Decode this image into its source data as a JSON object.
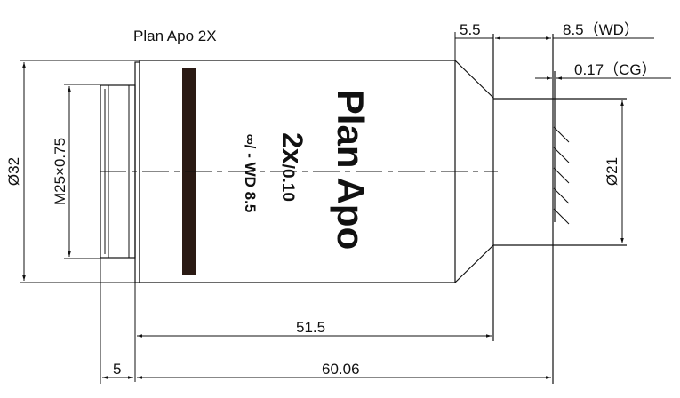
{
  "title": "Plan Apo 2X",
  "engraving": {
    "line1": "Plan Apo",
    "magnification": "2x",
    "na": "/0.10",
    "line3": "∞/ - WD 8.5"
  },
  "dimensions": {
    "body_diameter": "Ø32",
    "thread": "M25×0.75",
    "front_diameter": "Ø21",
    "nose_length": "5.5",
    "working_distance": "8.5（WD）",
    "cover_glass": "0.17（CG）",
    "parfocal_body": "51.5",
    "total_length": "60.06",
    "thread_length": "5"
  },
  "colors": {
    "line": "#111111",
    "band": "#2a1a14"
  }
}
